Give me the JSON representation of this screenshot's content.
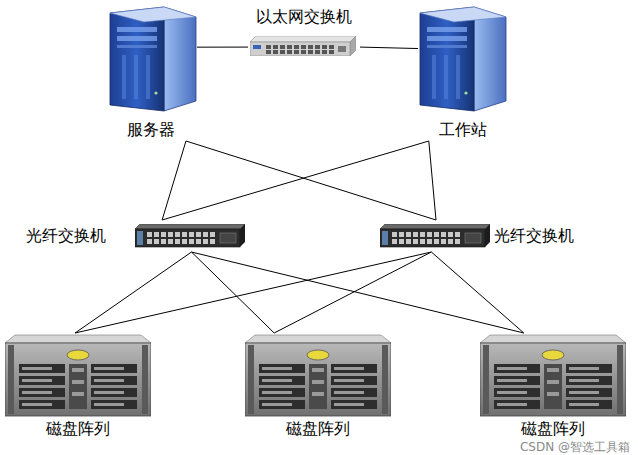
{
  "diagram": {
    "nodes": [
      {
        "text": [
          "以太网交换机"
        ]
      },
      {
        "text": [
          "服务器"
        ]
      },
      {
        "text": [
          "工作站"
        ]
      },
      {
        "text": [
          "光纤交换机"
        ]
      },
      {
        "text": [
          "光纤交换机"
        ]
      },
      {
        "text": [
          "磁盘阵列"
        ]
      },
      {
        "text": [
          "磁盘阵列"
        ]
      },
      {
        "text": [
          "磁盘阵列"
        ]
      }
    ],
    "edges": [
      {
        "from": 1,
        "to": 0,
        "arrow": "none"
      },
      {
        "from": 0,
        "to": 2,
        "arrow": "none"
      },
      {
        "from": 1,
        "to": 3,
        "arrow": "none"
      },
      {
        "from": 1,
        "to": 4,
        "arrow": "none"
      },
      {
        "from": 2,
        "to": 3,
        "arrow": "none"
      },
      {
        "from": 2,
        "to": 4,
        "arrow": "none"
      },
      {
        "from": 3,
        "to": 5,
        "arrow": "none"
      },
      {
        "from": 3,
        "to": 6,
        "arrow": "none"
      },
      {
        "from": 3,
        "to": 7,
        "arrow": "none"
      },
      {
        "from": 4,
        "to": 5,
        "arrow": "none"
      },
      {
        "from": 4,
        "to": 6,
        "arrow": "none"
      },
      {
        "from": 4,
        "to": 7,
        "arrow": "none"
      }
    ],
    "labels": [
      "CSDN @智选工具箱"
    ]
  }
}
